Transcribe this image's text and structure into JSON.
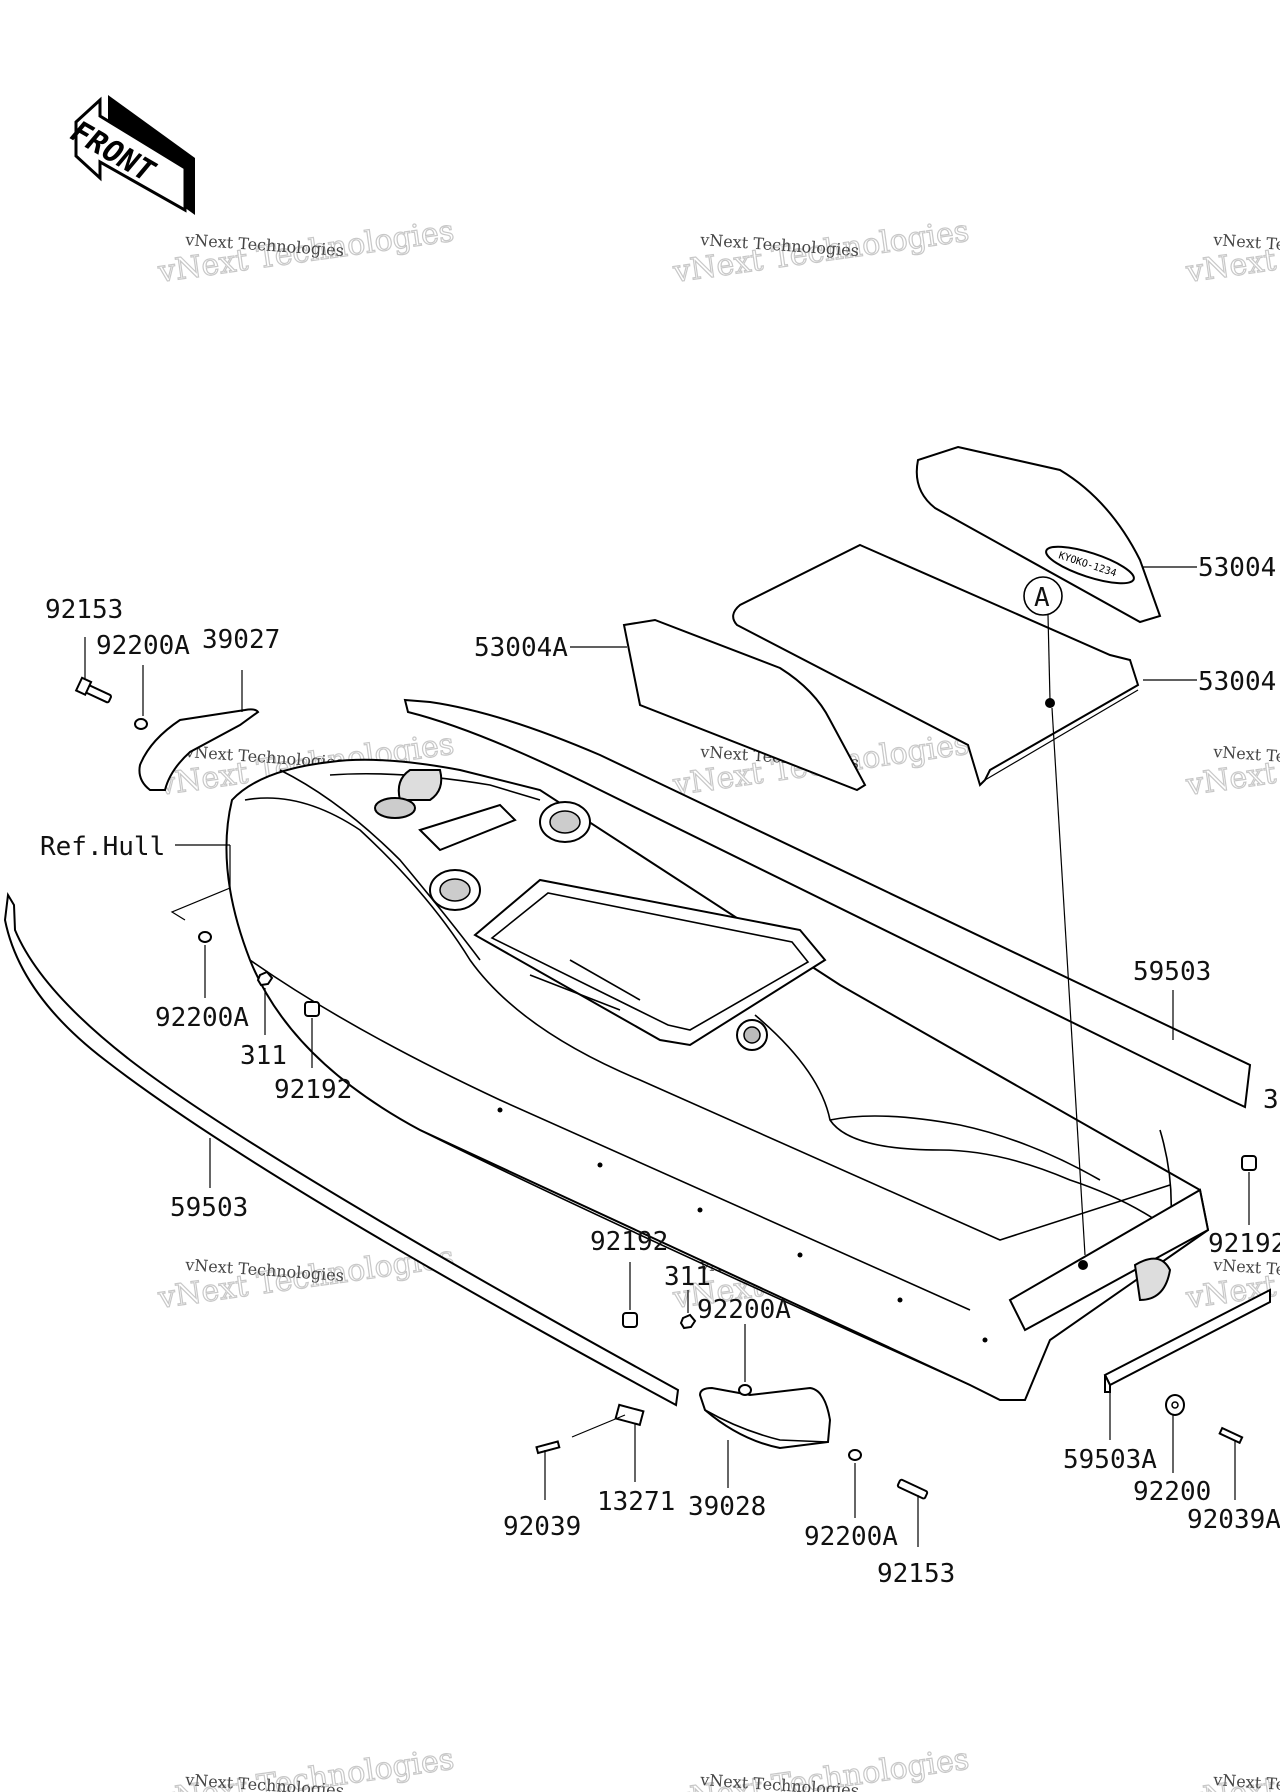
{
  "front_label": "FRONT",
  "decal_text": "KYOKO-1234",
  "marker_label": "A",
  "watermark": {
    "main": "vNext Technologies",
    "sub": "vNext Technologies"
  },
  "labels": {
    "p92153_top": "92153",
    "p92200A_top": "92200A",
    "p39027": "39027",
    "p53004A": "53004A",
    "p53004_upper": "53004",
    "p53004_lower": "53004",
    "ref_hull": "Ref.Hull",
    "p92200A_left": "92200A",
    "p311_left": "311",
    "p92192_left": "92192",
    "p59503_right": "59503",
    "p59503_left": "59503",
    "p92192_mid": "92192",
    "p311_mid": "311",
    "p92200A_mid": "92200A",
    "p92039": "92039",
    "p13271": "13271",
    "p39028": "39028",
    "p92200A_bottom": "92200A",
    "p92153_bottom": "92153",
    "p59503A": "59503A",
    "p92200": "92200",
    "p92039A": "92039A",
    "p92192_right": "92192",
    "p3_edge": "3"
  }
}
